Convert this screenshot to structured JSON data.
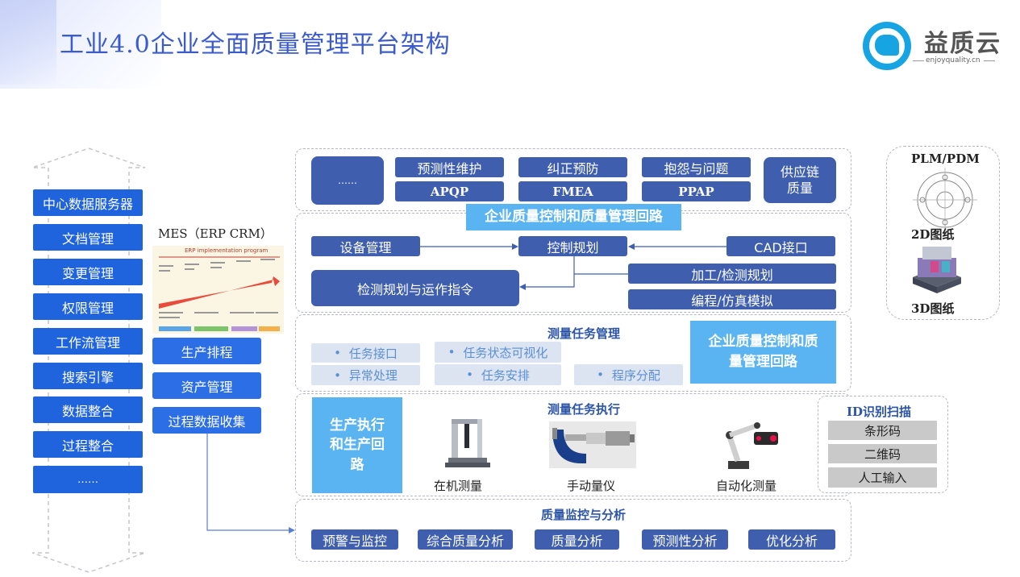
{
  "title": "工业4.0企业全面质量管理平台架构",
  "logo": {
    "name": "益质云",
    "site": "enjoyquality.cn",
    "color": "#16a4e3"
  },
  "sidebar": {
    "items": [
      "中心数据服务器",
      "文档管理",
      "变更管理",
      "权限管理",
      "工作流管理",
      "搜索引擎",
      "数据整合",
      "过程整合",
      "……"
    ]
  },
  "mes": {
    "title": "MES（ERP CRM）",
    "image_caption": "ERP implementation program",
    "items": [
      "生产排程",
      "资产管理",
      "过程数据收集"
    ]
  },
  "top_panel": {
    "ellipsis": "……",
    "row1": [
      "预测性维护",
      "纠正预防",
      "抱怨与问题"
    ],
    "row2": [
      "APQP",
      "FMEA",
      "PPAP"
    ],
    "supply": "供应链\n质量"
  },
  "loop_label": "企业质量控制和质量管理回路",
  "control": {
    "device": "设备管理",
    "plan": "控制规划",
    "cad": "CAD接口",
    "inspect": "检测规划与运作指令",
    "process": "加工/检测规划",
    "program": "编程/仿真模拟"
  },
  "task_mgmt": {
    "heading": "测量任务管理",
    "tags": [
      "任务接口",
      "任务状态可视化",
      "异常处理",
      "任务安排",
      "程序分配"
    ],
    "side_box": "企业质量控制和质\n量管理回路"
  },
  "task_exec": {
    "heading": "测量任务执行",
    "side_box": "生产执行\n和生产回\n路",
    "devices": [
      "在机测量",
      "手动量仪",
      "自动化测量"
    ]
  },
  "id_scan": {
    "heading": "ID识别扫描",
    "items": [
      "条形码",
      "二维码",
      "人工输入"
    ]
  },
  "monitor": {
    "heading": "质量监控与分析",
    "items": [
      "预警与监控",
      "综合质量分析",
      "质量分析",
      "预测性分析",
      "优化分析"
    ]
  },
  "plm": {
    "heading": "PLM/PDM",
    "label2d": "2D图纸",
    "label3d": "3D图纸"
  },
  "colors": {
    "dark": "#3f5fae",
    "blue": "#1f63dd",
    "sky": "#5ab4f2",
    "title": "#3b5bcc"
  }
}
